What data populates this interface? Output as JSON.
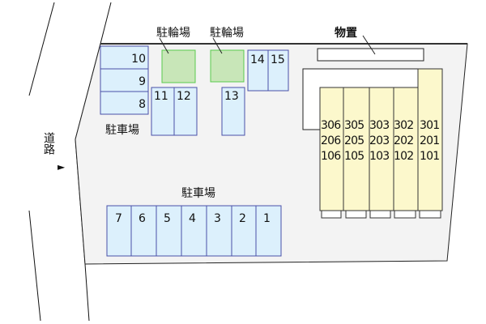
{
  "labels": {
    "bicycle_parking_1": "駐輪場",
    "bicycle_parking_2": "駐輪場",
    "storage": "物置",
    "parking_upper": "駐車場",
    "parking_lower": "駐車場",
    "road": "道路",
    "entrance_arrow": "►"
  },
  "parking_spaces": {
    "upper_left": [
      "10",
      "9",
      "8"
    ],
    "upper_pair": [
      "11",
      "12"
    ],
    "single": "13",
    "upper_right_pair": [
      "14",
      "15"
    ],
    "lower_row": [
      "7",
      "6",
      "5",
      "4",
      "3",
      "2",
      "1"
    ]
  },
  "building_units": [
    {
      "floor3": "306",
      "floor2": "206",
      "floor1": "106"
    },
    {
      "floor3": "305",
      "floor2": "205",
      "floor1": "105"
    },
    {
      "floor3": "303",
      "floor2": "203",
      "floor1": "103"
    },
    {
      "floor3": "302",
      "floor2": "202",
      "floor1": "102"
    },
    {
      "floor3": "301",
      "floor2": "201",
      "floor1": "101"
    }
  ],
  "colors": {
    "lot": "#f3f3f3",
    "parking_fill": "#dcf0fc",
    "parking_stroke": "#4a50a8",
    "bicycle_fill": "#c8e6b8",
    "bicycle_stroke": "#5acb4e",
    "building_fill": "#fcf8cc"
  }
}
